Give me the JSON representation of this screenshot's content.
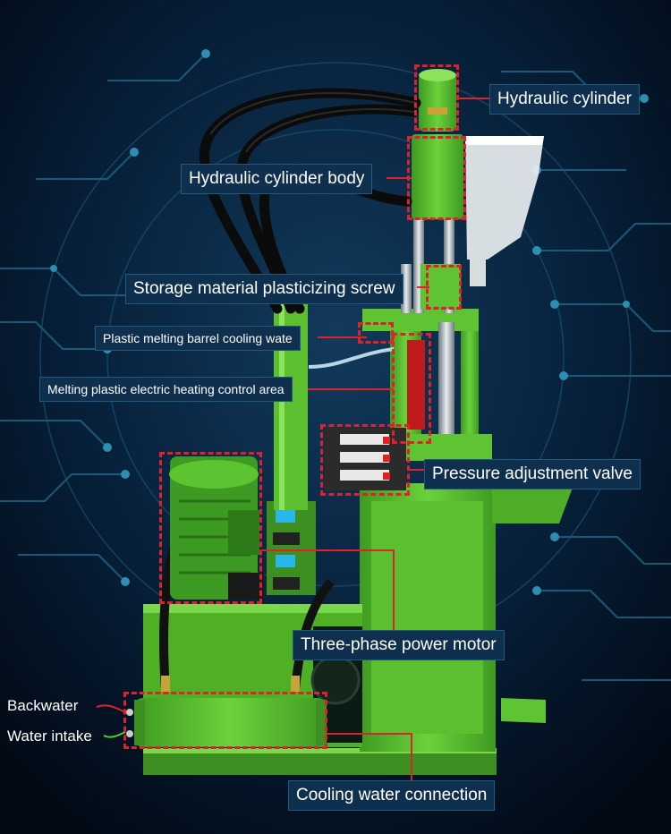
{
  "labels": {
    "hydraulic_cylinder": "Hydraulic cylinder",
    "hydraulic_cylinder_body": "Hydraulic cylinder body",
    "storage_screw": "Storage material plasticizing screw",
    "barrel_cooling": "Plastic melting barrel cooling wate",
    "heating_control": "Melting plastic electric heating control area",
    "pressure_valve": "Pressure adjustment valve",
    "power_motor": "Three-phase power motor",
    "backwater": "Backwater",
    "water_intake": "Water intake",
    "cooling_connection": "Cooling water connection"
  },
  "colors": {
    "background": "#04101f",
    "circuit": "#1f6f8f",
    "machine_green": "#5fc431",
    "machine_dark_green": "#3e8f21",
    "callout_red": "#e0202a",
    "label_bg": "#0e2f4d"
  }
}
